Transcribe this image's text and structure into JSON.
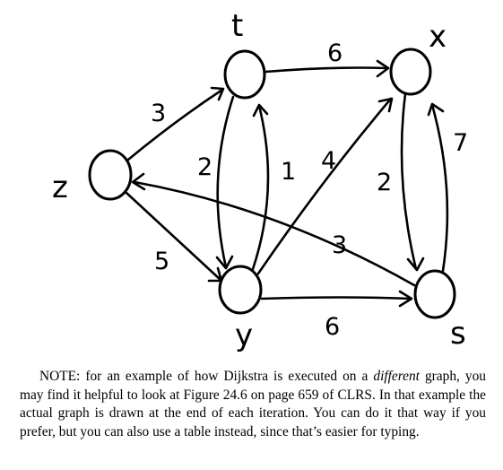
{
  "graph": {
    "nodes": [
      {
        "id": "t",
        "label": "t"
      },
      {
        "id": "x",
        "label": "x"
      },
      {
        "id": "z",
        "label": "z"
      },
      {
        "id": "y",
        "label": "y"
      },
      {
        "id": "s",
        "label": "s"
      }
    ],
    "edges": [
      {
        "from": "z",
        "to": "t",
        "weight": "3"
      },
      {
        "from": "z",
        "to": "y",
        "weight": "5"
      },
      {
        "from": "t",
        "to": "x",
        "weight": "6"
      },
      {
        "from": "t",
        "to": "y",
        "weight": "2"
      },
      {
        "from": "y",
        "to": "t",
        "weight": "1"
      },
      {
        "from": "y",
        "to": "x",
        "weight": "4"
      },
      {
        "from": "y",
        "to": "s",
        "weight": "6"
      },
      {
        "from": "x",
        "to": "s",
        "weight": "2"
      },
      {
        "from": "s",
        "to": "x",
        "weight": "7"
      },
      {
        "from": "s",
        "to": "z",
        "weight": "3"
      }
    ]
  },
  "note": {
    "before": "NOTE: for an example of how Dijkstra is executed on a ",
    "emphasis": "different",
    "after": " graph, you may find it helpful to look at Figure 24.6 on page 659 of CLRS. In that example the actual graph is drawn at the end of each iteration. You can do it that way if you prefer, but you can also use a table instead, since that’s easier for typing."
  }
}
